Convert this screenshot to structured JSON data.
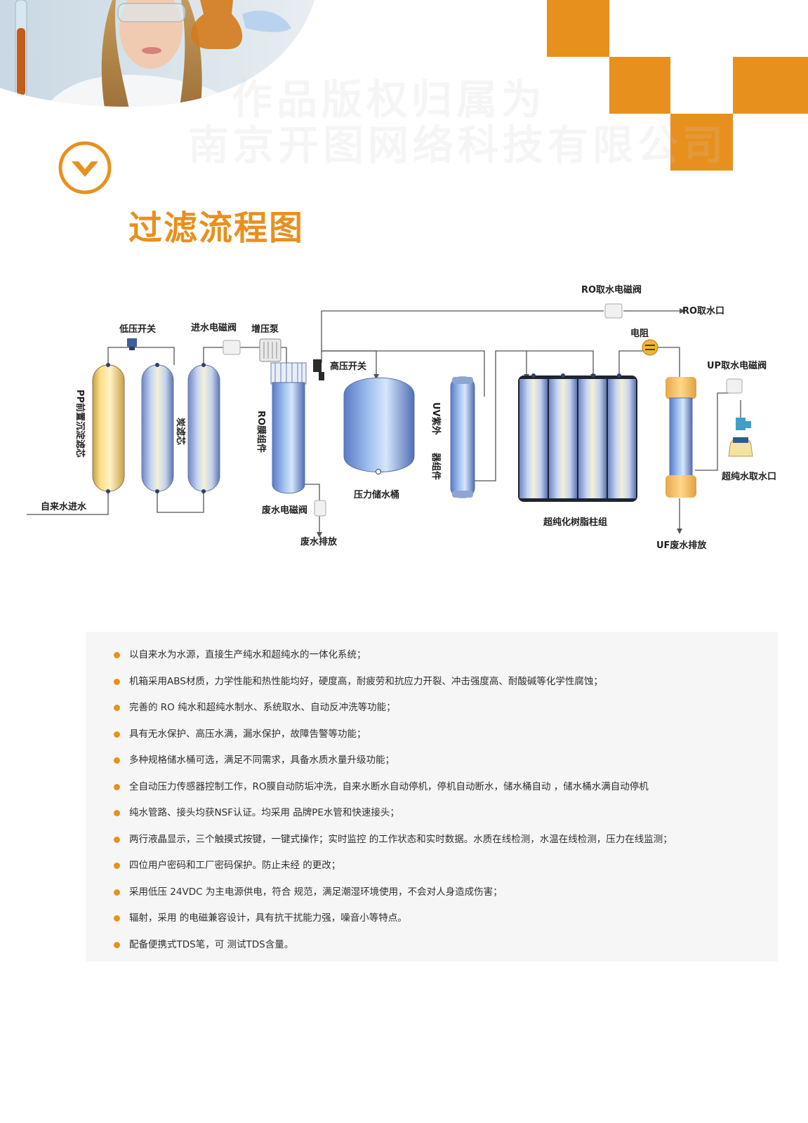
{
  "watermark": {
    "line1": "作品版权归属为",
    "line2": "南京开图网络科技有限公司"
  },
  "section": {
    "title": "过滤流程图"
  },
  "diagram": {
    "labels": {
      "low_pressure_switch": "低压开关",
      "inlet_valve": "进水电磁阀",
      "booster_pump": "增压泵",
      "pp_filter": "PP前置沉淀滤芯",
      "carbon_filter": "炭滤芯",
      "ro_membrane": "RO膜组件",
      "high_pressure_switch": "高压开关",
      "pressure_tank": "压力储水桶",
      "uv_sterilizer_top": "UV紫外",
      "uv_sterilizer_bottom": "器组件",
      "resin_group": "超纯化树脂柱组",
      "resistance": "电阻",
      "ro_outlet_valve": "RO取水电磁阀",
      "ro_outlet": "RO取水口",
      "up_outlet_valve": "UP取水电磁阀",
      "ultrapure_outlet": "超纯水取水口",
      "uf_waste": "UF废水排放",
      "waste_valve": "废水电磁阀",
      "waste_drain": "废水排放",
      "tap_inlet": "自来水进水"
    }
  },
  "features": [
    "以自来水为水源，直接生产纯水和超纯水的一体化系统；",
    "机箱采用ABS材质，力学性能和热性能均好，硬度高，耐疲劳和抗应力开裂、冲击强度高、耐酸碱等化学性腐蚀；",
    "完善的 RO 纯水和超纯水制水、系统取水、自动反冲洗等功能；",
    "具有无水保护、高压水满，漏水保护，故障告警等功能；",
    "多种规格储水桶可选，满足不同需求，具备水质水量升级功能；",
    "全自动压力传感器控制工作，RO膜自动防垢冲洗，自来水断水自动停机，停机自动断水，储水桶自动        ，储水桶水满自动停机",
    "纯水管路、接头均获NSF认证。均采用        品牌PE水管和快速接头；",
    "两行液晶显示，三个触摸式按键，一键式操作；实时监控           的工作状态和实时数据。水质在线检测，水温在线检测，压力在线监测；",
    "四位用户密码和工厂密码保护。防止未经        的更改；",
    "采用低压 24VDC 为主电源供电，符合        规范，满足潮湿环境使用，不会对人身造成伤害；",
    "        辐射，采用        的电磁兼容设计，具有抗干扰能力强，噪音小等特点。",
    "配备便携式TDS笔，可                测试TDS含量。"
  ],
  "colors": {
    "accent": "#e8901d",
    "panel": "#f6f6f6"
  }
}
